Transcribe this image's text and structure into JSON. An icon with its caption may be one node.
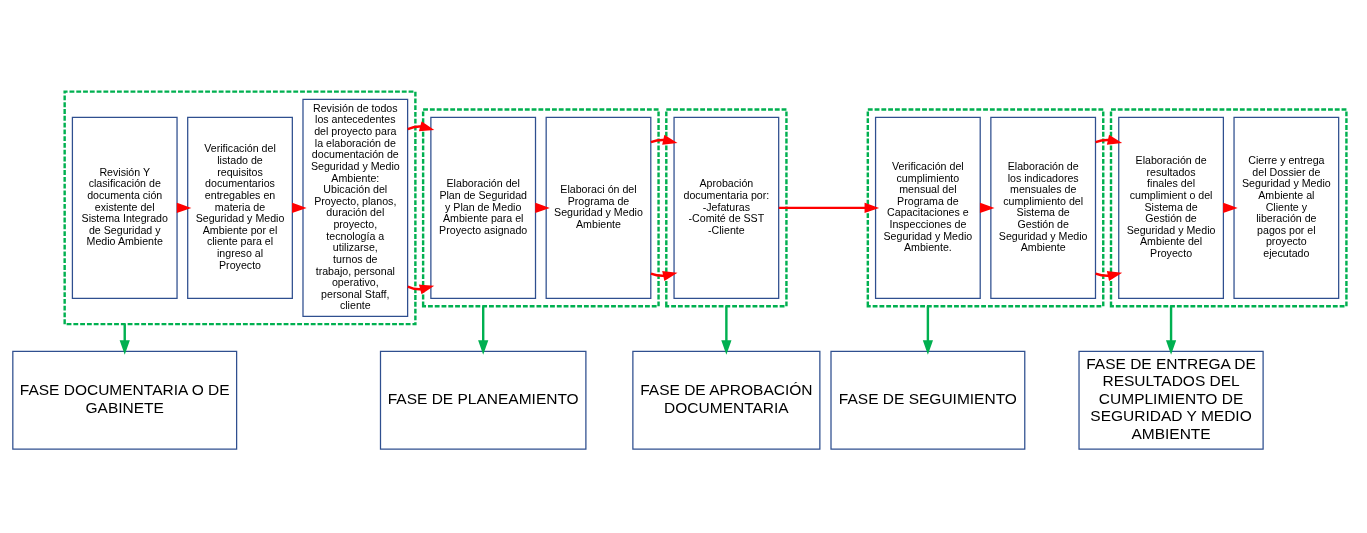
{
  "diagram": {
    "nodes": [
      {
        "text": [],
        "shape": "box"
      },
      {
        "text": [
          "Revisión Y clasificación de documenta ción existente del Sistema Integrado de Seguridad y Medio Ambiente"
        ],
        "in": 0
      },
      {
        "text": [
          "Verificación del listado de requisitos documentarios entregables en materia de Seguridad y Medio Ambiente por el cliente para el ingreso al Proyecto"
        ],
        "in": 0
      },
      {
        "text": [
          "Revisión de todos los antecedentes del proyecto para la elaboración de documentación de Seguridad y Medio Ambiente: Ubicación del Proyecto, planos, duración del proyecto, tecnología a utilizarse, turnos de trabajo, personal operativo, personal Staff, cliente"
        ],
        "in": 0
      },
      {
        "text": [],
        "shape": "box"
      },
      {
        "text": [
          "Elaboración del Plan de Seguridad y Plan de Medio Ambiente para el Proyecto asignado"
        ],
        "in": 4
      },
      {
        "text": [
          "Elaboraci ón del Programa de Seguridad y Medio Ambiente"
        ],
        "in": 4
      },
      {
        "text": [],
        "shape": "box"
      },
      {
        "text": [
          "Aprobación documentaria por: -Jefaturas -Comité de SST -Cliente"
        ],
        "in": 7
      },
      {
        "text": [],
        "shape": "box"
      },
      {
        "text": [
          "Verificación del cumplimiento mensual del Programa de Capacitaciones e Inspecciones de Seguridad y Medio Ambiente."
        ],
        "in": 9
      },
      {
        "text": [
          "Elaboración de los indicadores mensuales de cumplimiento del Sistema de Gestión de Seguridad y Medio Ambiente"
        ],
        "in": 9
      },
      {
        "text": [],
        "shape": "box"
      },
      {
        "text": [
          "Elaboración de resultados finales del cumplimient o del Sistema de Gestión de Seguridad y Medio Ambiente del Proyecto"
        ],
        "in": 12
      },
      {
        "text": [
          "Cierre y entrega del Dossier de Seguridad y Medio Ambiente al Cliente y liberación de pagos por el proyecto ejecutado"
        ],
        "in": 12
      },
      {
        "text": [
          "FASE DOCUMENTARIA O DE GABINETE"
        ]
      },
      {
        "text": [
          "FASE DE PLANEAMIENTO"
        ]
      },
      {
        "text": [
          "FASE DE APROBACIÓN DOCUMENTARIA"
        ]
      },
      {
        "text": [
          "FASE DE SEGUIMIENTO"
        ]
      },
      {
        "text": [
          "FASE DE ENTREGA DE RESULTADOS DEL CUMPLIMIENTO DE SEGURIDAD Y MEDIO AMBIENTE"
        ]
      }
    ],
    "edges": [
      {
        "from": 1,
        "to": 2,
        "arrow": "to",
        "color": "#ff0000"
      },
      {
        "from": 2,
        "to": 3,
        "arrow": "to",
        "color": "#ff0000"
      },
      {
        "from": 3,
        "to": 5,
        "arrow": "to",
        "color": "#ff0000"
      },
      {
        "from": 5,
        "to": 6,
        "arrow": "to",
        "color": "#ff0000"
      },
      {
        "from": 6,
        "to": 8,
        "arrow": "to",
        "color": "#ff0000"
      },
      {
        "from": 8,
        "to": 10,
        "arrow": "to",
        "color": "#ff0000"
      },
      {
        "from": 10,
        "to": 11,
        "arrow": "to",
        "color": "#ff0000"
      },
      {
        "from": 11,
        "to": 13,
        "arrow": "to",
        "color": "#ff0000"
      },
      {
        "from": 13,
        "to": 14,
        "arrow": "to",
        "color": "#ff0000"
      },
      {
        "from": 0,
        "to": 15,
        "arrow": "to",
        "color": "#00b050"
      },
      {
        "from": 4,
        "to": 16,
        "arrow": "to",
        "color": "#00b050"
      },
      {
        "from": 7,
        "to": 17,
        "arrow": "to",
        "color": "#00b050"
      },
      {
        "from": 9,
        "to": 18,
        "arrow": "to",
        "color": "#00b050"
      },
      {
        "from": 12,
        "to": 19,
        "arrow": "to",
        "color": "#00b050"
      }
    ]
  }
}
